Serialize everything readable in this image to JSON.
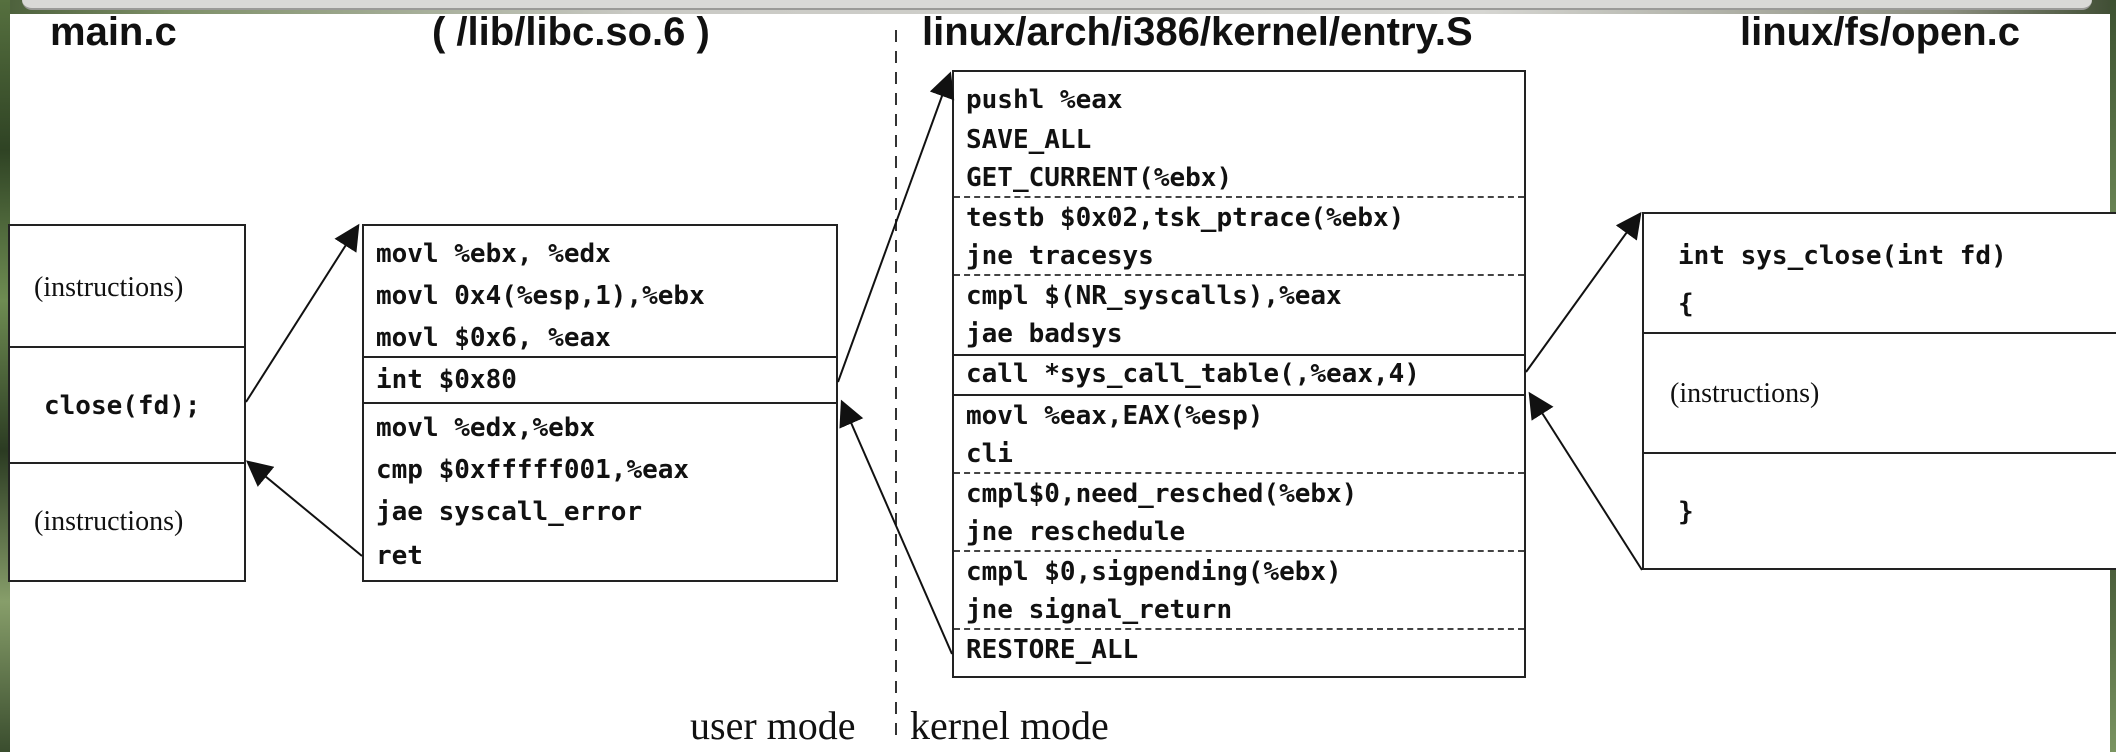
{
  "titles": {
    "main": "main.c",
    "libc": "( /lib/libc.so.6 )",
    "entry": "linux/arch/i386/kernel/entry.S",
    "open": "linux/fs/open.c"
  },
  "main_box": {
    "top_text": "(instructions)",
    "call": "close(fd);",
    "bottom_text": "(instructions)"
  },
  "libc_box": {
    "lines": [
      "movl %ebx, %edx",
      "movl 0x4(%esp,1),%ebx",
      "movl $0x6, %eax",
      "int $0x80",
      "movl %edx,%ebx",
      "cmp $0xfffff001,%eax",
      "jae syscall_error",
      "ret"
    ]
  },
  "entry_box": {
    "lines": [
      "pushl %eax",
      "SAVE_ALL",
      "GET_CURRENT(%ebx)",
      "testb $0x02,tsk_ptrace(%ebx)",
      "jne tracesys",
      "cmpl $(NR_syscalls),%eax",
      "jae badsys",
      "call *sys_call_table(,%eax,4)",
      "movl %eax,EAX(%esp)",
      "cli",
      "cmpl$0,need_resched(%ebx)",
      "jne reschedule",
      "cmpl $0,sigpending(%ebx)",
      "jne signal_return",
      "RESTORE_ALL"
    ]
  },
  "open_box": {
    "header_line1": "int sys_close(int fd)",
    "header_line2": "{",
    "middle_text": "(instructions)",
    "footer": "}"
  },
  "modes": {
    "user": "user mode",
    "kernel": "kernel mode"
  }
}
